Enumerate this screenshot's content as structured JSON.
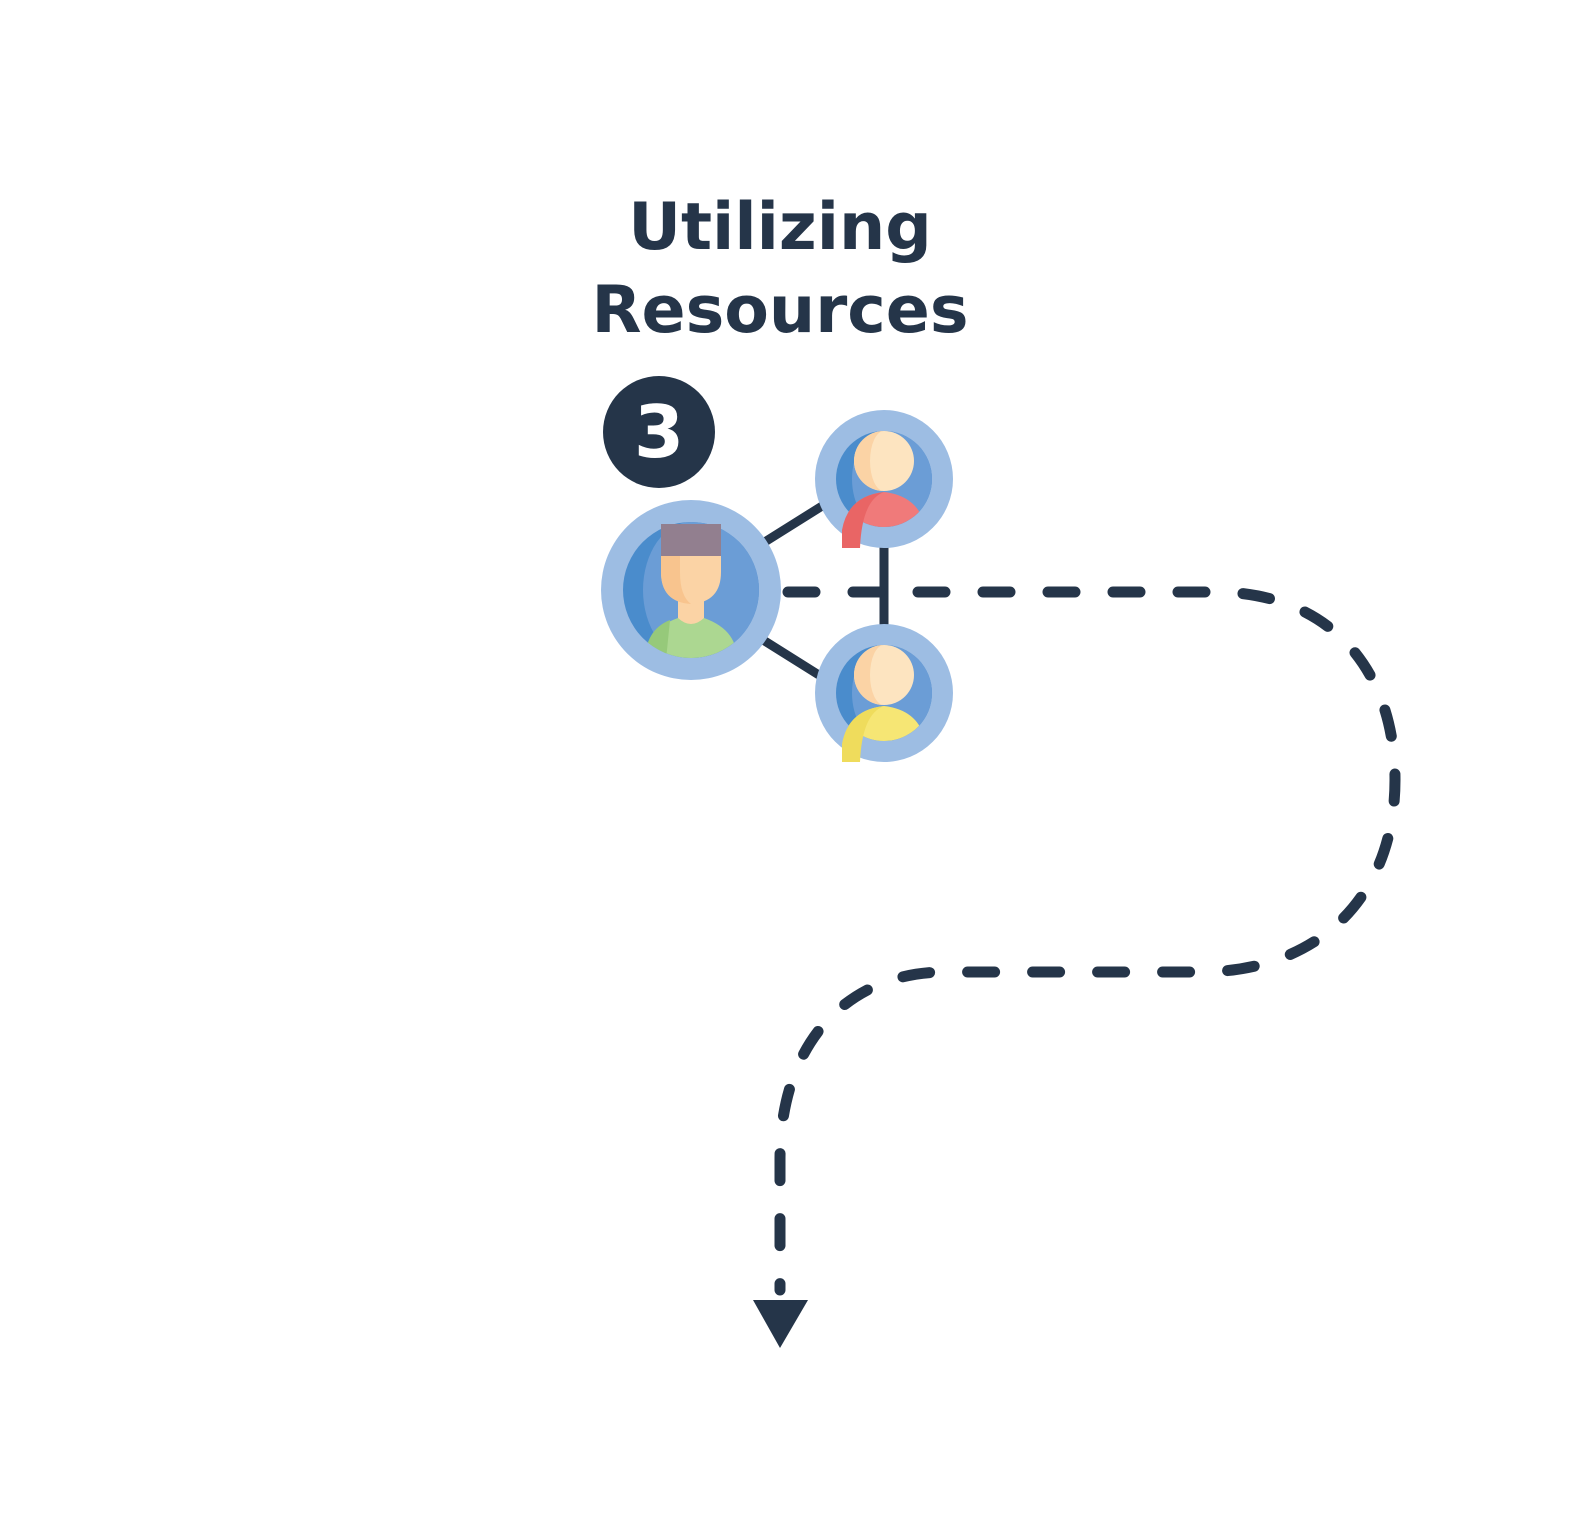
{
  "step": {
    "number": "3",
    "title_line1": "Utilizing",
    "title_line2": "Resources"
  },
  "icons": {
    "network": "people-network-icon",
    "arrow": "down-arrow-icon"
  },
  "colors": {
    "ink": "#253549",
    "ring_outer": "#9dbde3",
    "ring_inner": "#4a8ccc",
    "skin": "#fbd3a5",
    "skin_light": "#fde4c0",
    "hair": "#927f8f",
    "shirt_main": "#acd791",
    "shirt_top": "#f07a7a",
    "shirt_bottom": "#f6e674"
  }
}
